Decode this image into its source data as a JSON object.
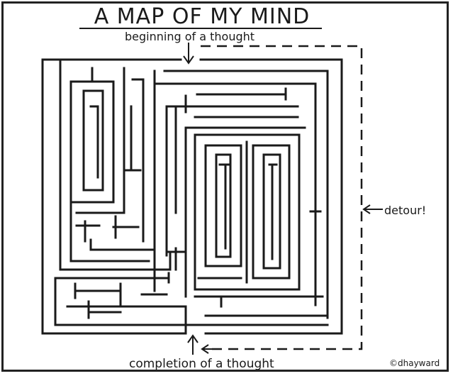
{
  "title": "A MAP OF MY MIND",
  "labels": {
    "start": "beginning of a thought",
    "detour": "detour!",
    "end": "completion of a thought",
    "credit": "©dhayward"
  },
  "colors": {
    "ink": "#1a1a1a",
    "background": "#ffffff"
  }
}
